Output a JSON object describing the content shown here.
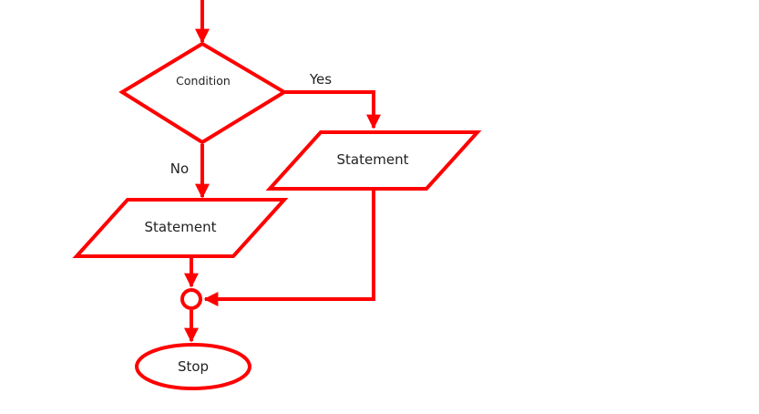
{
  "flowchart": {
    "nodes": {
      "condition": {
        "shape": "decision",
        "text": "Condition"
      },
      "statement_yes": {
        "shape": "parallelogram",
        "text": "Statement"
      },
      "statement_no": {
        "shape": "parallelogram",
        "text": "Statement"
      },
      "junction": {
        "shape": "connector"
      },
      "stop": {
        "shape": "terminator",
        "text": "Stop"
      }
    },
    "edges": [
      {
        "from": "entry",
        "to": "condition"
      },
      {
        "from": "condition",
        "to": "statement_yes",
        "label": "Yes"
      },
      {
        "from": "condition",
        "to": "statement_no",
        "label": "No"
      },
      {
        "from": "statement_no",
        "to": "junction"
      },
      {
        "from": "statement_yes",
        "to": "junction"
      },
      {
        "from": "junction",
        "to": "stop"
      }
    ],
    "colors": {
      "stroke": "#ff0000",
      "fill": "#ffffff",
      "text": "#222222"
    }
  }
}
